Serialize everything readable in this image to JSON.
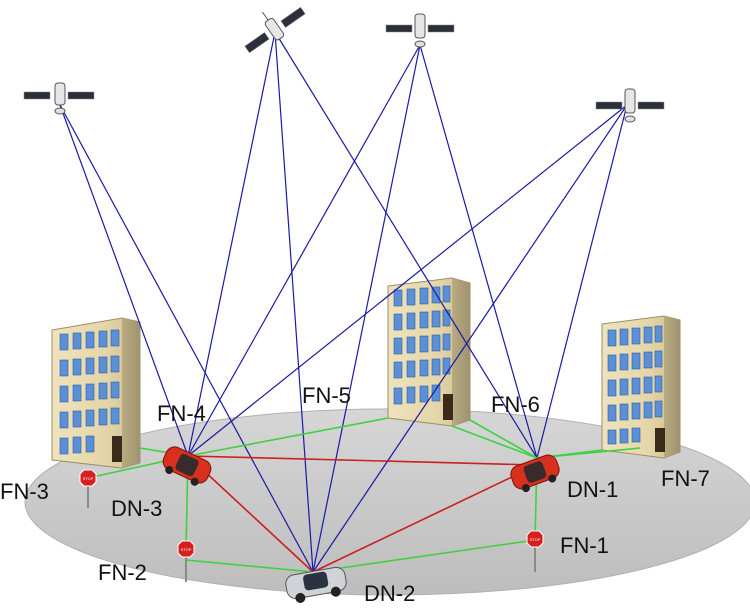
{
  "labels": {
    "fn1": "FN-1",
    "fn2": "FN-2",
    "fn3": "FN-3",
    "fn4": "FN-4",
    "fn5": "FN-5",
    "fn6": "FN-6",
    "fn7": "FN-7",
    "dn1": "DN-1",
    "dn2": "DN-2",
    "dn3": "DN-3"
  },
  "sign_text": "STOP",
  "colors": {
    "satellite_link": "#1a1aa6",
    "dn_link": "#cc1f1f",
    "fn_link": "#3fd13f",
    "ground": "#c9c9c9",
    "building_wall": "#efe3bd",
    "window": "#5b8fd6",
    "car_red": "#d9301e",
    "car_silver": "#cfd3d8",
    "stop_sign": "#d81e1e"
  }
}
